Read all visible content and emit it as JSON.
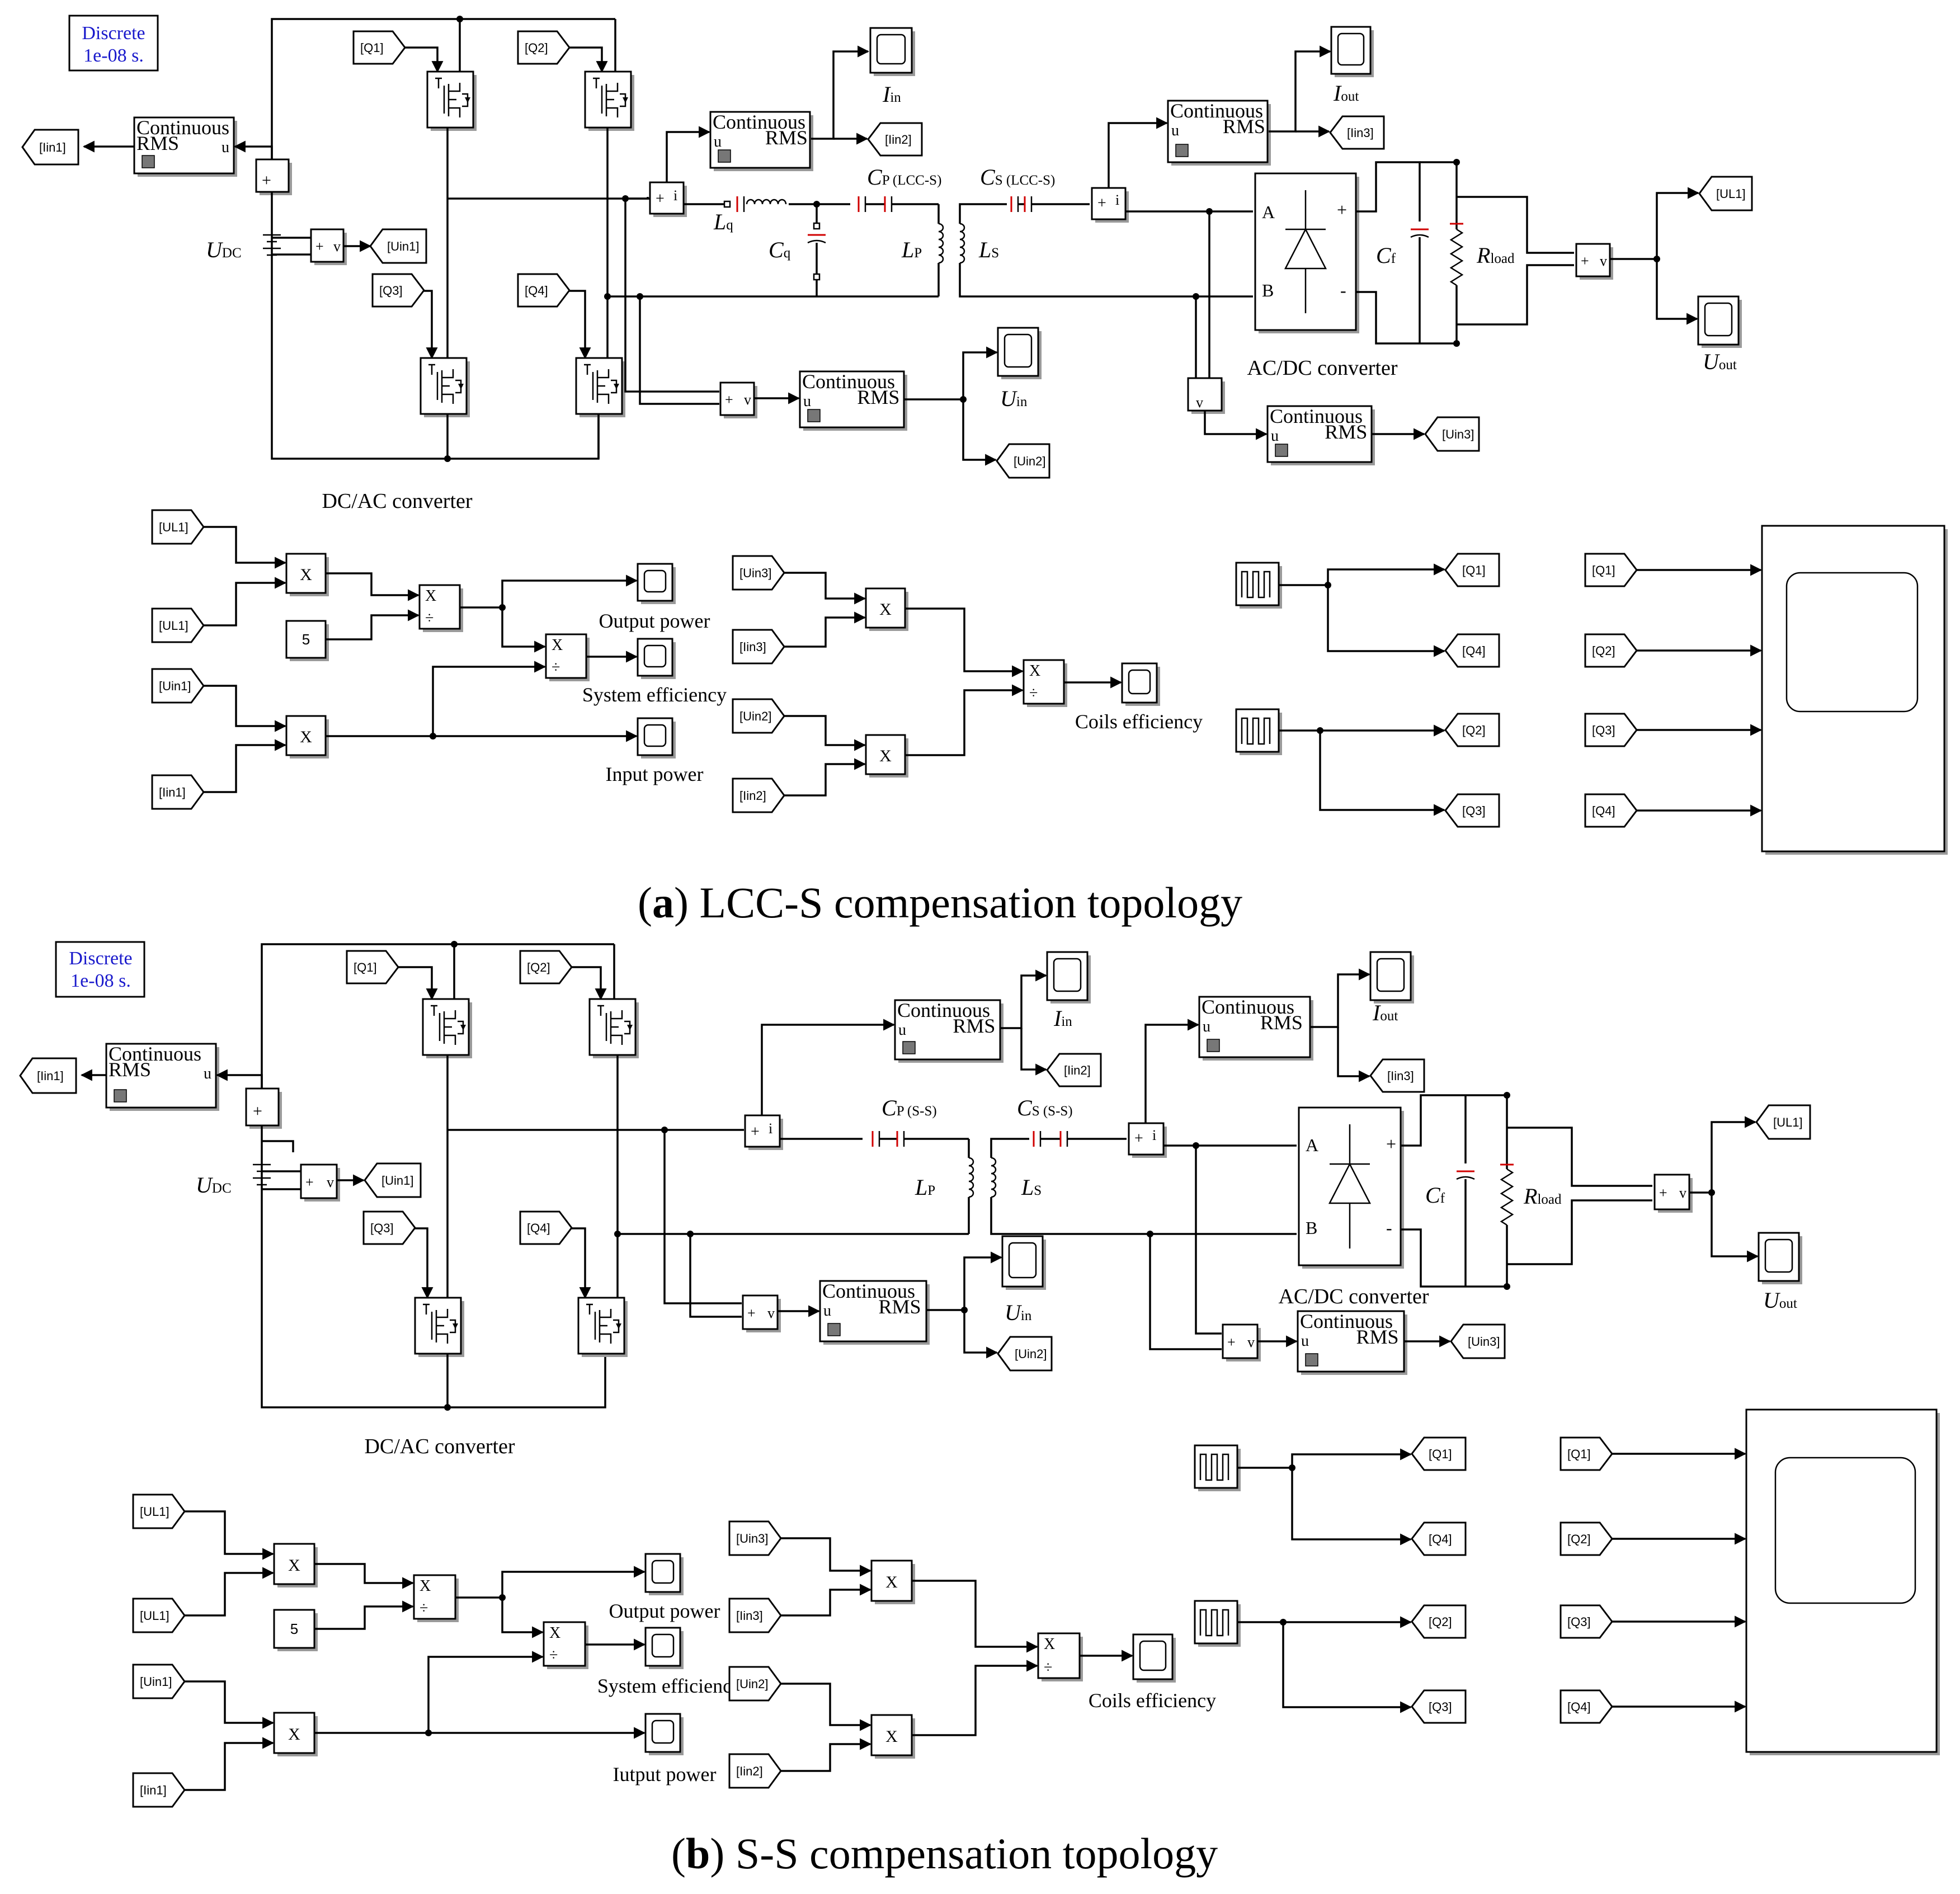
{
  "figure_a": {
    "caption_prefix": "(",
    "caption_letter": "a",
    "caption_rest": ") LCC-S compensation topology",
    "powergui_line1": "Discrete",
    "powergui_line2": "1e-08 s.",
    "tags": {
      "q1": "[Q1]",
      "q2": "[Q2]",
      "q3": "[Q3]",
      "q4": "[Q4]",
      "iin1": "[Iin1]",
      "iin2": "[Iin2]",
      "iin3": "[Iin3]",
      "uin1": "[Uin1]",
      "uin2": "[Uin2]",
      "uin3": "[Uin3]",
      "ul1": "[UL1]"
    },
    "rms_top": "Continuous",
    "rms_bottom": "RMS",
    "rms_u": "u",
    "labels": {
      "udc_main": "U",
      "udc_sub": "DC",
      "lq_main": "L",
      "lq_sub": "q",
      "cq_main": "C",
      "cq_sub": "q",
      "cp_main": "C",
      "cp_sub": "P (LCC-S)",
      "cs_main": "C",
      "cs_sub": "S (LCC-S)",
      "lp_main": "L",
      "lp_sub": "P",
      "ls_main": "L",
      "ls_sub": "S",
      "iin_main": "I",
      "iin_sub": "in",
      "iout_main": "I",
      "iout_sub": "out",
      "uin_main": "U",
      "uin_sub": "in",
      "uout_main": "U",
      "uout_sub": "out",
      "cf_main": "C",
      "cf_sub": "f",
      "rload_main": "R",
      "rload_sub": "load",
      "dcac": "DC/AC converter",
      "acdc": "AC/DC converter",
      "port_a": "A",
      "port_b": "B",
      "plus": "+",
      "minus": "-",
      "output_power": "Output power",
      "system_efficiency": "System efficiency",
      "input_power": "Input power",
      "coils_efficiency": "Coils efficiency"
    },
    "const_5": "5",
    "op_mult": "X",
    "op_div_top": "X",
    "op_div_bottom": "÷"
  },
  "figure_b": {
    "caption_prefix": "(",
    "caption_letter": "b",
    "caption_rest": ") S-S compensation topology",
    "powergui_line1": "Discrete",
    "powergui_line2": "1e-08 s.",
    "labels": {
      "cp_main": "C",
      "cp_sub": "P (S-S)",
      "cs_main": "C",
      "cs_sub": "S (S-S)",
      "output_power": "Output power",
      "system_efficiency": "System efficienc",
      "input_power": "Iutput power",
      "coils_efficiency": "Coils  efficiency"
    }
  },
  "colors": {
    "wire": "#000000",
    "powergui_text": "#1a1acc",
    "capacitor_plate": "#d00000",
    "block_shadow": "#9a9a9a"
  },
  "icons": [
    "mosfet-icon",
    "scope-icon",
    "pulse-generator-icon",
    "diode-bridge-icon",
    "capacitor-icon",
    "inductor-icon",
    "resistor-icon",
    "dc-source-icon"
  ]
}
